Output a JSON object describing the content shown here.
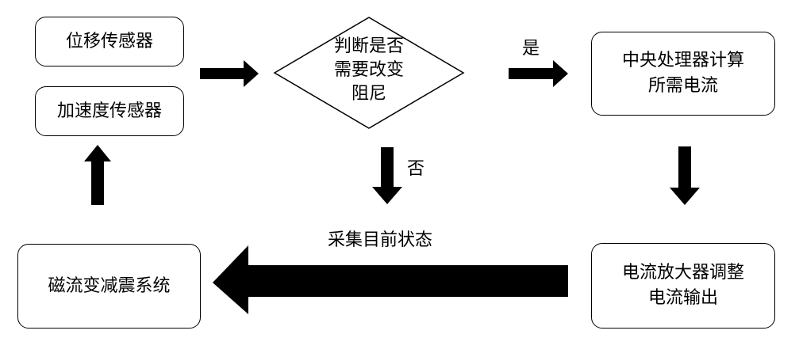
{
  "nodes": {
    "displacement_sensor": "位移传感器",
    "acceleration_sensor": "加速度传感器",
    "decision": "判断是否\n需要改变\n阻尼",
    "cpu_compute": "中央处理器计算\n所需电流",
    "current_amplifier": "电流放大器调整\n电流输出",
    "mr_damping_system": "磁流变减震系统"
  },
  "edge_labels": {
    "yes": "是",
    "no": "否",
    "collect_state": "采集目前状态"
  }
}
